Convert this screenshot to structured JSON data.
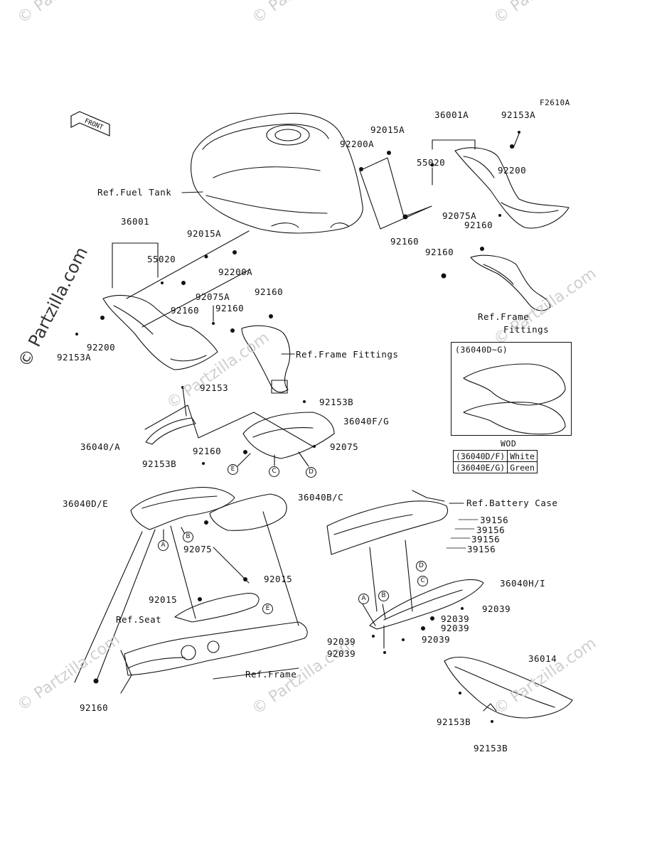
{
  "figure_code": "F2610A",
  "front_label": "FRONT",
  "watermark": {
    "main": "© Partzilla.com",
    "faint": "© Partzilla.com"
  },
  "labels": {
    "p36001a": "36001A",
    "p92153a_top": "92153A",
    "p92015a_top": "92015A",
    "p92200a_top": "92200A",
    "p55020_top": "55020",
    "p92200_top": "92200",
    "ref_fuel_tank": "Ref.Fuel Tank",
    "p92075a_right": "92075A",
    "p92160_r1": "92160",
    "p92160_mid": "92160",
    "p92160_r2": "92160",
    "p36001": "36001",
    "p92015a_left": "92015A",
    "p55020_left": "55020",
    "p92200a_left": "92200A",
    "p92075a_left": "92075A",
    "p92160_top_center": "92160",
    "p92160_left": "92160",
    "p92160_center": "92160",
    "p92200_left": "92200",
    "p92153a_left": "92153A",
    "ref_frame_fittings_right_1": "Ref.Frame",
    "ref_frame_fittings_right_2": "Fittings",
    "ref_frame_fittings_center": "Ref.Frame Fittings",
    "p92153": "92153",
    "p92153b_mid": "92153B",
    "p36040fg": "36040F/G",
    "p36040a": "36040/A",
    "p92160_cover": "92160",
    "p92075_right": "92075",
    "p92153b_left": "92153B",
    "p36040bc": "36040B/C",
    "p36040de": "36040D/E",
    "p92075_left": "92075",
    "ref_battery_case": "Ref.Battery Case",
    "p39156_1": "39156",
    "p39156_2": "39156",
    "p39156_3": "39156",
    "p39156_4": "39156",
    "p92015_left": "92015",
    "p92015_right": "92015",
    "p36040hi": "36040H/I",
    "ref_seat": "Ref.Seat",
    "p92039_1": "92039",
    "p92039_2": "92039",
    "p92039_3": "92039",
    "p92039_4": "92039",
    "p92039_5": "92039",
    "ref_frame": "Ref.Frame",
    "p36014": "36014",
    "p92160_bottom": "92160",
    "p92153b_b1": "92153B",
    "p92153b_b2": "92153B"
  },
  "callouts": {
    "a": "A",
    "b": "B",
    "c": "C",
    "d": "D",
    "e": "E"
  },
  "inset": {
    "title": "(36040D~G)",
    "wod": "WOD",
    "rows": [
      {
        "code": "(36040D/F)",
        "color": "White"
      },
      {
        "code": "(36040E/G)",
        "color": "Green"
      }
    ]
  }
}
